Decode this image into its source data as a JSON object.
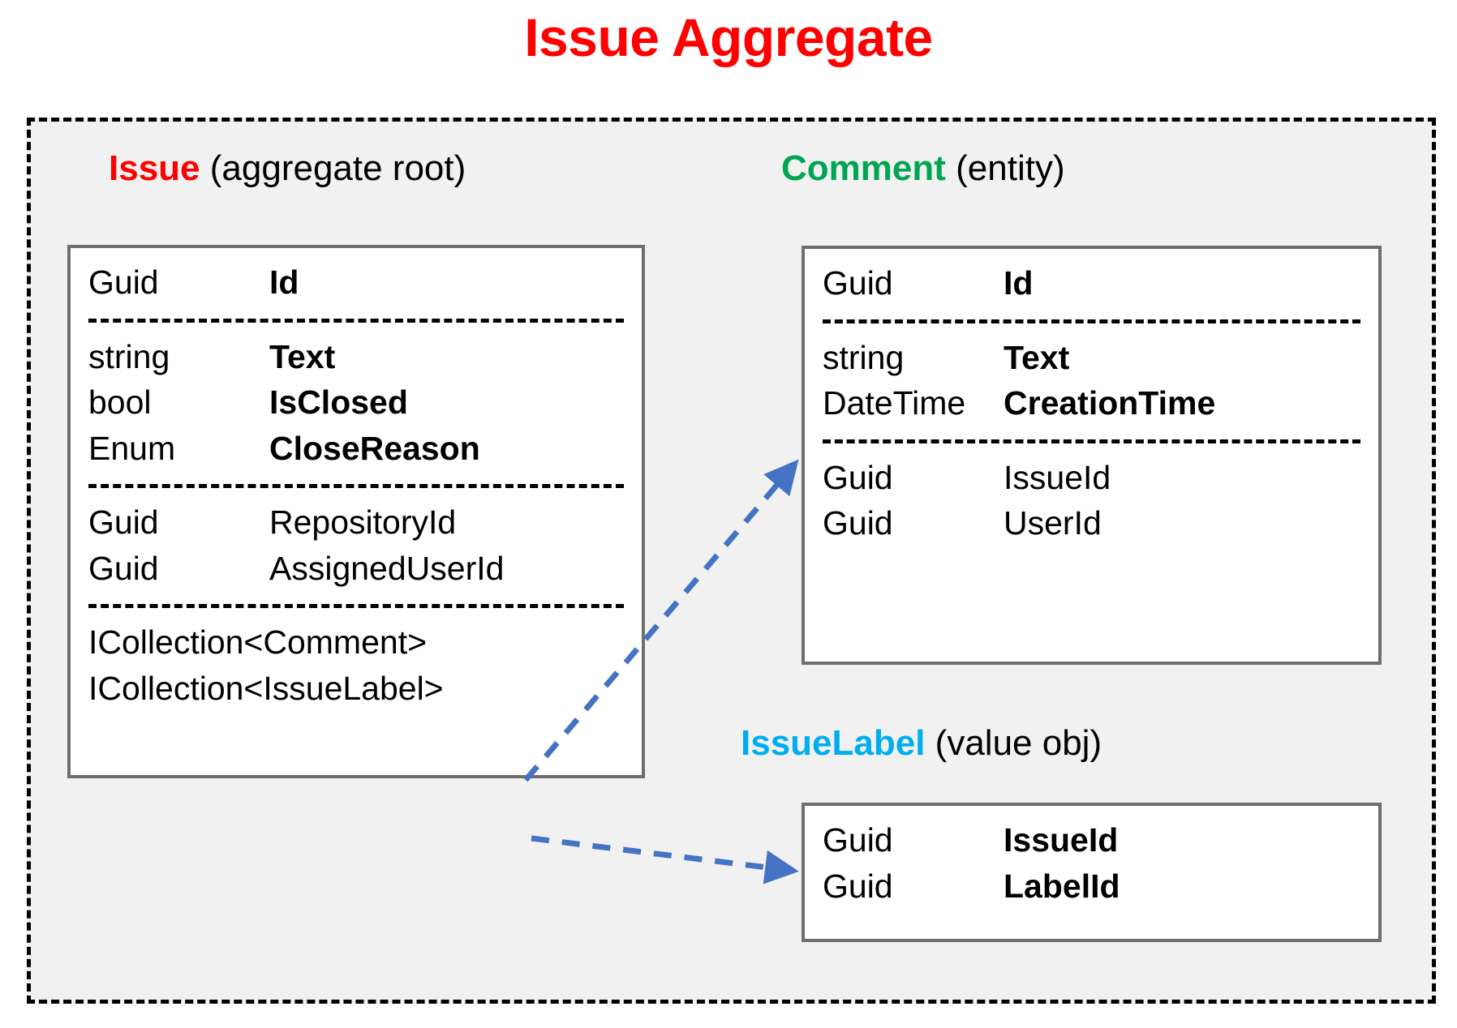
{
  "title": "Issue Aggregate",
  "colors": {
    "title": "#FF0000",
    "issue_accent": "#FF0000",
    "comment_accent": "#00A551",
    "issuelabel_accent": "#00AEEF",
    "boundary": "#000000",
    "box_border": "#6E6E6E",
    "boundary_fill": "#F1F1F1",
    "arrow": "#4472C4"
  },
  "entities": {
    "issue": {
      "name": "Issue",
      "stereotype": "(aggregate root)",
      "sections": [
        {
          "rows": [
            {
              "type": "Guid",
              "name": "Id",
              "bold": true
            }
          ]
        },
        {
          "rows": [
            {
              "type": "string",
              "name": "Text",
              "bold": true
            },
            {
              "type": "bool",
              "name": "IsClosed",
              "bold": true
            },
            {
              "type": "Enum",
              "name": "CloseReason",
              "bold": true
            }
          ]
        },
        {
          "rows": [
            {
              "type": "Guid",
              "name": "RepositoryId",
              "bold": false
            },
            {
              "type": "Guid",
              "name": "AssignedUserId",
              "bold": false
            }
          ]
        },
        {
          "rows": [
            {
              "type": "ICollection<Comment>",
              "name": "",
              "bold": false,
              "wide": true
            },
            {
              "type": "ICollection<IssueLabel>",
              "name": "",
              "bold": false,
              "wide": true
            }
          ]
        }
      ]
    },
    "comment": {
      "name": "Comment",
      "stereotype": "(entity)",
      "sections": [
        {
          "rows": [
            {
              "type": "Guid",
              "name": "Id",
              "bold": true
            }
          ]
        },
        {
          "rows": [
            {
              "type": "string",
              "name": "Text",
              "bold": true
            },
            {
              "type": "DateTime",
              "name": "CreationTime",
              "bold": true
            }
          ]
        },
        {
          "rows": [
            {
              "type": "Guid",
              "name": "IssueId",
              "bold": false
            },
            {
              "type": "Guid",
              "name": "UserId",
              "bold": false
            }
          ]
        }
      ]
    },
    "issuelabel": {
      "name": "IssueLabel",
      "stereotype": "(value obj)",
      "sections": [
        {
          "rows": [
            {
              "type": "Guid",
              "name": "IssueId",
              "bold": true
            },
            {
              "type": "Guid",
              "name": "LabelId",
              "bold": true
            }
          ]
        }
      ]
    }
  },
  "connectors": [
    {
      "from": "issue.ICollection<Comment>",
      "to": "comment",
      "style": "dashed-arrow"
    },
    {
      "from": "issue.ICollection<IssueLabel>",
      "to": "issuelabel",
      "style": "dashed-arrow"
    }
  ]
}
